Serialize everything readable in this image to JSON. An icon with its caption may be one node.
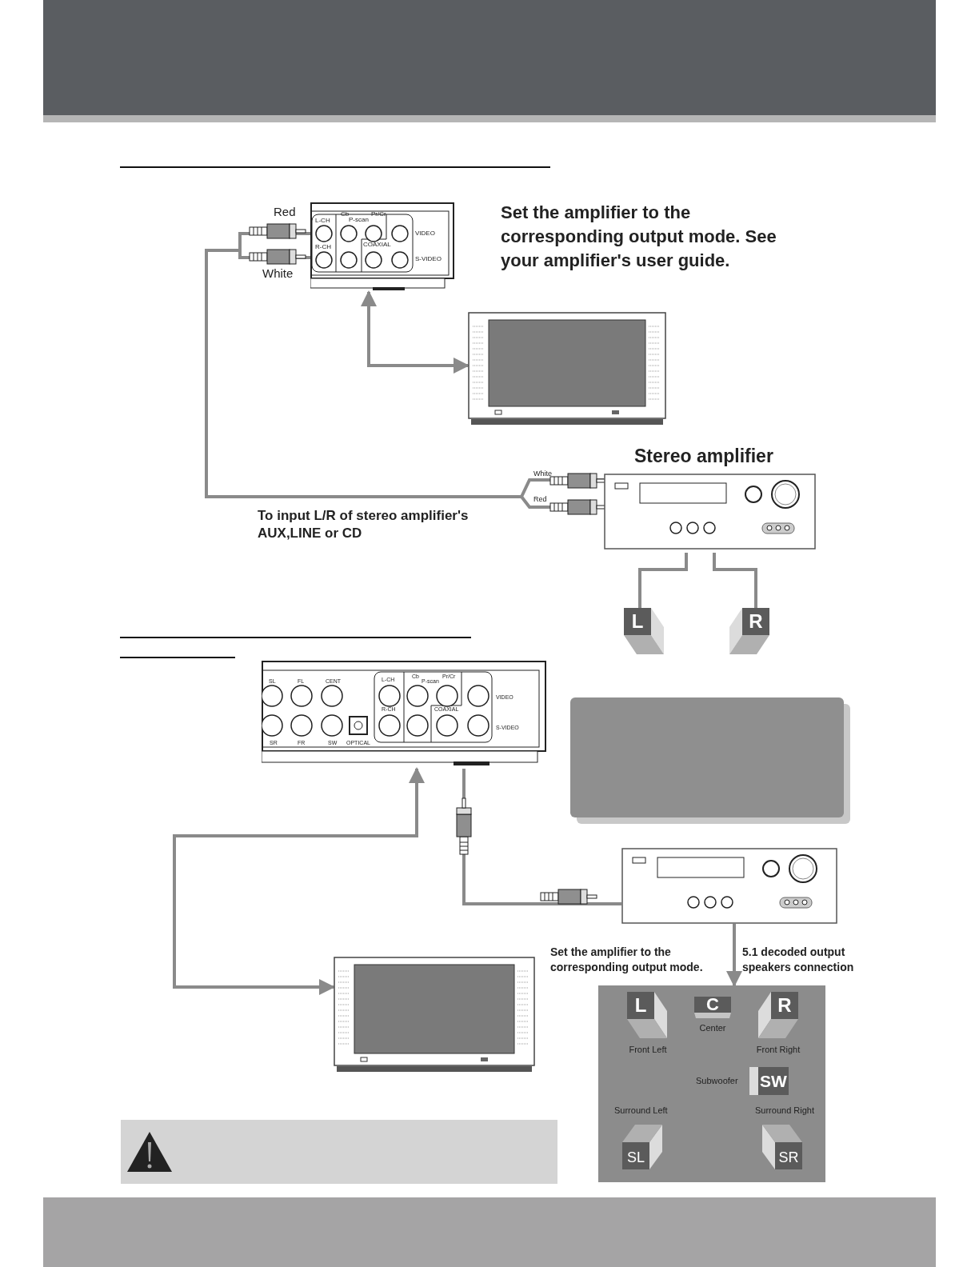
{
  "diagram": {
    "nodes": [
      {
        "text": [
          "L-CH",
          "Cb",
          "P-scan",
          "Pr/Cr",
          "VIDEO",
          "R-CH",
          "COAXIAL",
          "S-VIDEO"
        ]
      },
      {
        "text": [],
        "shape": "picture"
      },
      {
        "text": [
          "Stereo amplifier"
        ]
      },
      {
        "text": [
          "L"
        ]
      },
      {
        "text": [
          "R"
        ]
      },
      {
        "text": [
          "SL",
          "FL",
          "CENT",
          "L-CH",
          "Cb",
          "P-scan",
          "Pr/Cr",
          "VIDEO",
          "SR",
          "FR",
          "SW",
          "OPTICAL",
          "R-CH",
          "COAXIAL",
          "S-VIDEO"
        ]
      },
      {
        "text": [],
        "shape": "box"
      },
      {
        "text": [],
        "shape": "picture"
      },
      {
        "text": [],
        "shape": "picture"
      },
      {
        "text": [],
        "shape": "box"
      },
      {
        "text": [
          "L"
        ],
        "beside": [
          "Front Left"
        ],
        "in": 9
      },
      {
        "text": [
          "C"
        ],
        "beside": [
          "Center"
        ],
        "in": 9
      },
      {
        "text": [
          "R"
        ],
        "beside": [
          "Front Right"
        ],
        "in": 9
      },
      {
        "text": [
          "SW"
        ],
        "beside": [
          "Subwoofer"
        ],
        "in": 9
      },
      {
        "text": [
          "SL"
        ],
        "beside": [
          "Surround Left"
        ],
        "in": 9
      },
      {
        "text": [
          "SR"
        ],
        "beside": [
          "Surround Right"
        ],
        "in": 9
      },
      {
        "text": [],
        "shape": "box"
      }
    ],
    "edges": [
      {
        "from": 0,
        "to": 1,
        "arrow": "both"
      },
      {
        "from": 0,
        "to": 2,
        "arrow": "none",
        "label": "To input L/R of stereo amplifier's AUX,LINE or CD"
      },
      {
        "from": 2,
        "to": 3,
        "arrow": "none"
      },
      {
        "from": 2,
        "to": 4,
        "arrow": "none"
      },
      {
        "from": 5,
        "to": 8,
        "arrow": "both"
      },
      {
        "from": 5,
        "to": 7,
        "arrow": "none"
      },
      {
        "from": 7,
        "to": 9,
        "arrow": "to",
        "label": "5.1 decoded output speakers connection"
      }
    ],
    "labels": [
      "Red",
      "White",
      "Set the amplifier to the corresponding output mode. See your amplifier's user guide.",
      "White",
      "Red",
      "Set the amplifier to the corresponding output mode."
    ]
  }
}
